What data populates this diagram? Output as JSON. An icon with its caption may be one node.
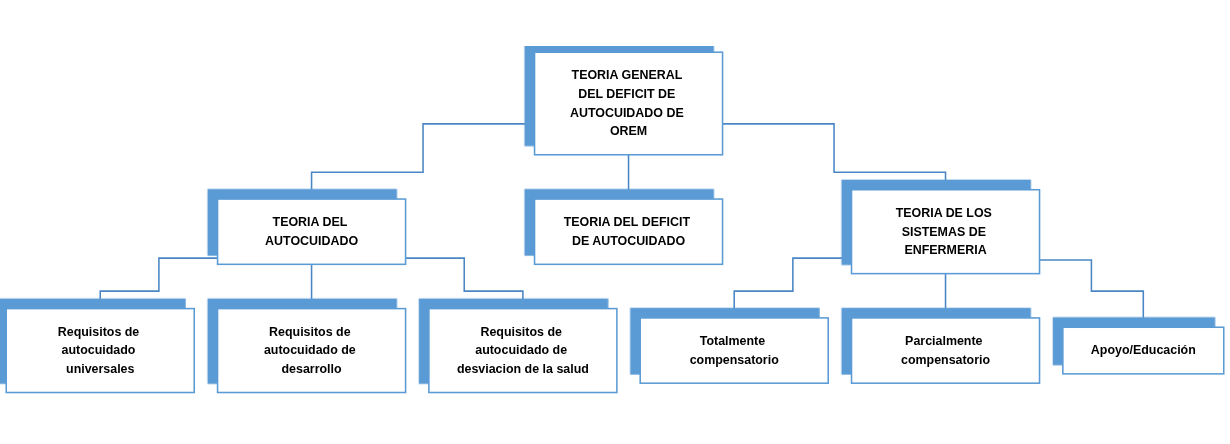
{
  "diagram": {
    "nodes": [
      {
        "text": [
          "TEORIA GENERAL DEL DEFICIT DE AUTOCUIDADO DE OREM"
        ]
      },
      {
        "text": [
          "TEORIA DEL AUTOCUIDADO"
        ]
      },
      {
        "text": [
          "TEORIA DEL DEFICIT DE AUTOCUIDADO"
        ]
      },
      {
        "text": [
          "TEORIA DE LOS SISTEMAS DE ENFERMERIA"
        ]
      },
      {
        "text": [
          "Requisitos de autocuidado universales"
        ]
      },
      {
        "text": [
          "Requisitos de autocuidado de desarrollo"
        ]
      },
      {
        "text": [
          "Requisitos de autocuidado de desviacion de la salud"
        ]
      },
      {
        "text": [
          "Totalmente compensatorio"
        ]
      },
      {
        "text": [
          "Parcialmente compensatorio"
        ]
      },
      {
        "text": [
          "Apoyo/Educación"
        ]
      }
    ],
    "edges": [
      {
        "from": 0,
        "to": 1,
        "arrow": "none"
      },
      {
        "from": 0,
        "to": 2,
        "arrow": "none"
      },
      {
        "from": 0,
        "to": 3,
        "arrow": "none"
      },
      {
        "from": 1,
        "to": 4,
        "arrow": "none"
      },
      {
        "from": 1,
        "to": 5,
        "arrow": "none"
      },
      {
        "from": 1,
        "to": 6,
        "arrow": "none"
      },
      {
        "from": 3,
        "to": 7,
        "arrow": "none"
      },
      {
        "from": 3,
        "to": 8,
        "arrow": "none"
      },
      {
        "from": 3,
        "to": 9,
        "arrow": "none"
      }
    ]
  }
}
